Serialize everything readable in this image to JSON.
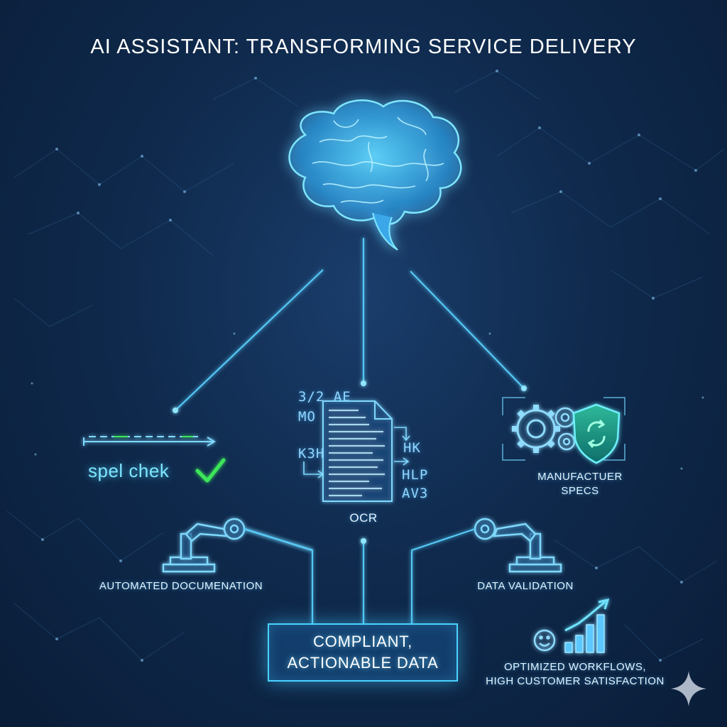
{
  "title": "AI ASSISTANT: TRANSFORMING SERVICE DELIVERY",
  "nodes": {
    "spell_check": "spel chek",
    "ocr": "OCR",
    "manufacturer_specs_line1": "MANUFACTUER",
    "manufacturer_specs_line2": "SPECS",
    "automated_documentation": "AUTOMATED DOCUMENATION",
    "data_validation": "DATA VALIDATION",
    "center_line1": "COMPLIANT,",
    "center_line2": "ACTIONABLE DATA",
    "outcome_line1": "OPTIMIZED WORKFLOWS,",
    "outcome_line2": "HIGH CUSTOMER SATISFACTION"
  },
  "ocr_glyphs": {
    "g1": "3/2 AE",
    "g2": "MO",
    "g3": "K3H",
    "g4": "HK",
    "g5": "HLP",
    "g6": "AV3"
  },
  "colors": {
    "accent": "#4ad2ff",
    "glow": "#7fe6ff",
    "check": "#3ee65a",
    "background": "#0f2a4d"
  }
}
